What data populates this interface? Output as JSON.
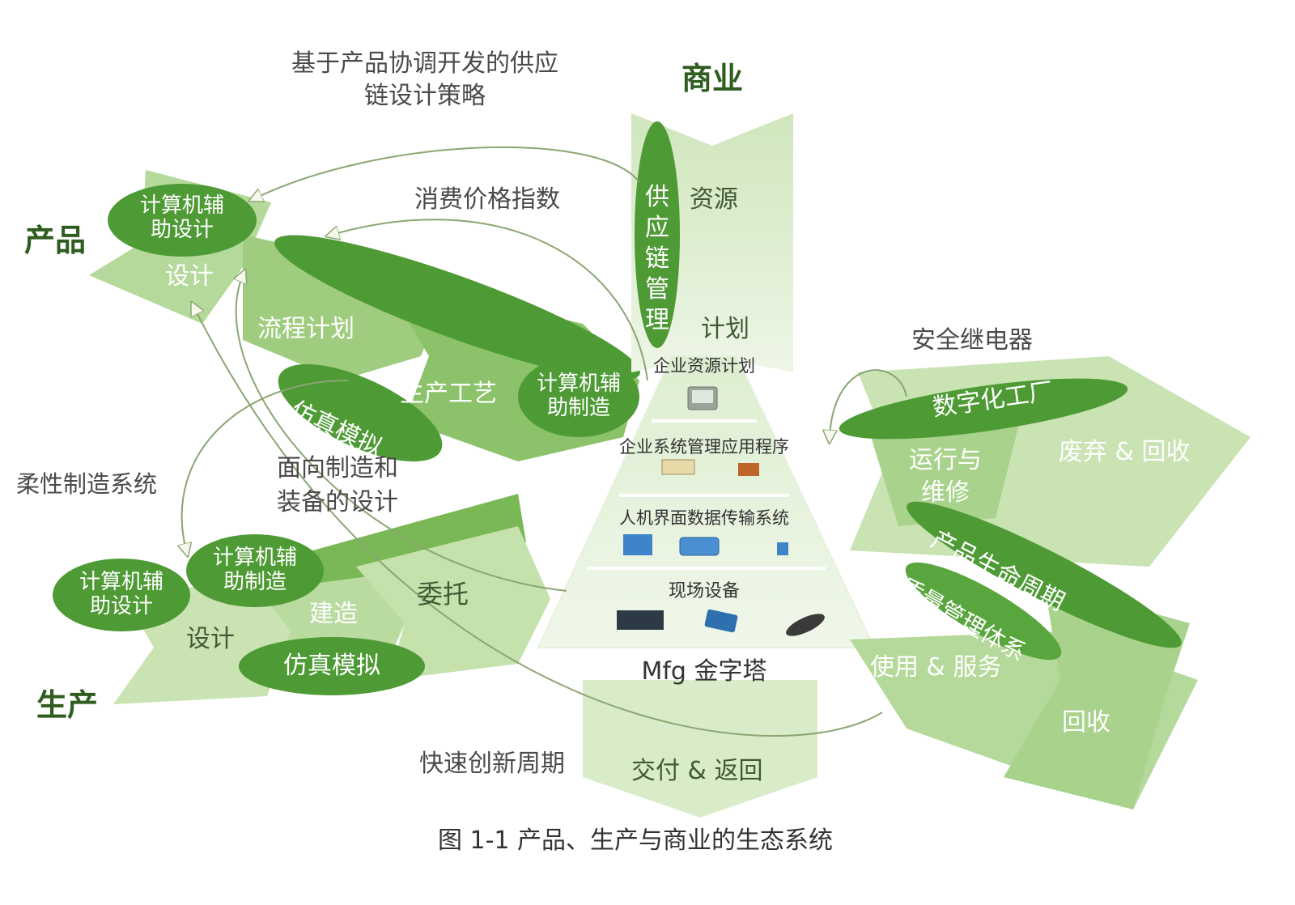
{
  "headings": {
    "product": "产品",
    "production": "生产",
    "business": "商业"
  },
  "top_text": {
    "supply_chain_strategy": [
      "基于产品协调开发的供应",
      "链设计策略"
    ],
    "cpi": "消费价格指数",
    "flexible_mfg": "柔性制造系统",
    "dfm": [
      "面向制造和",
      "装备的设计"
    ],
    "rapid_cycle": "快速创新周期",
    "safety_relay": "安全继电器"
  },
  "product_flow": {
    "cad": [
      "计算机辅",
      "助设计"
    ],
    "design": "设计",
    "process_plan": "流程计划",
    "production_process": "生产工艺",
    "simulation": "仿真模拟",
    "cam": [
      "计算机辅",
      "助制造"
    ]
  },
  "production_flow": {
    "cad": [
      "计算机辅",
      "助设计"
    ],
    "cam": [
      "计算机辅",
      "助制造"
    ],
    "design": "设计",
    "build": "建造",
    "commission": "委托",
    "simulation": "仿真模拟"
  },
  "business_flow": {
    "resources": "资源",
    "scm": "供应链管理",
    "plan": "计划",
    "delivery": "交付 & 返回"
  },
  "pyramid": {
    "erp": "企业资源计划",
    "mes": "企业系统管理应用程序",
    "hmi": "人机界面数据传输系统",
    "field": "现场设备",
    "name": "Mfg 金字塔"
  },
  "lifecycle": {
    "digital_factory": "数字化工厂",
    "ops_maint": [
      "运行与",
      "维修"
    ],
    "disposal": "废弃 & 回收",
    "plm": "产品生命周期",
    "qms": "质量管理体系",
    "use_service": "使用 & 服务",
    "recycle": "回收"
  },
  "caption": "图 1-1   产品、生产与商业的生态系统",
  "colors": {
    "light_green": "#c9e3b3",
    "mid_green": "#9fcc7e",
    "dark_green": "#4e9a35",
    "pale_green": "#e3f0d6",
    "heading": "#2f5d20"
  }
}
